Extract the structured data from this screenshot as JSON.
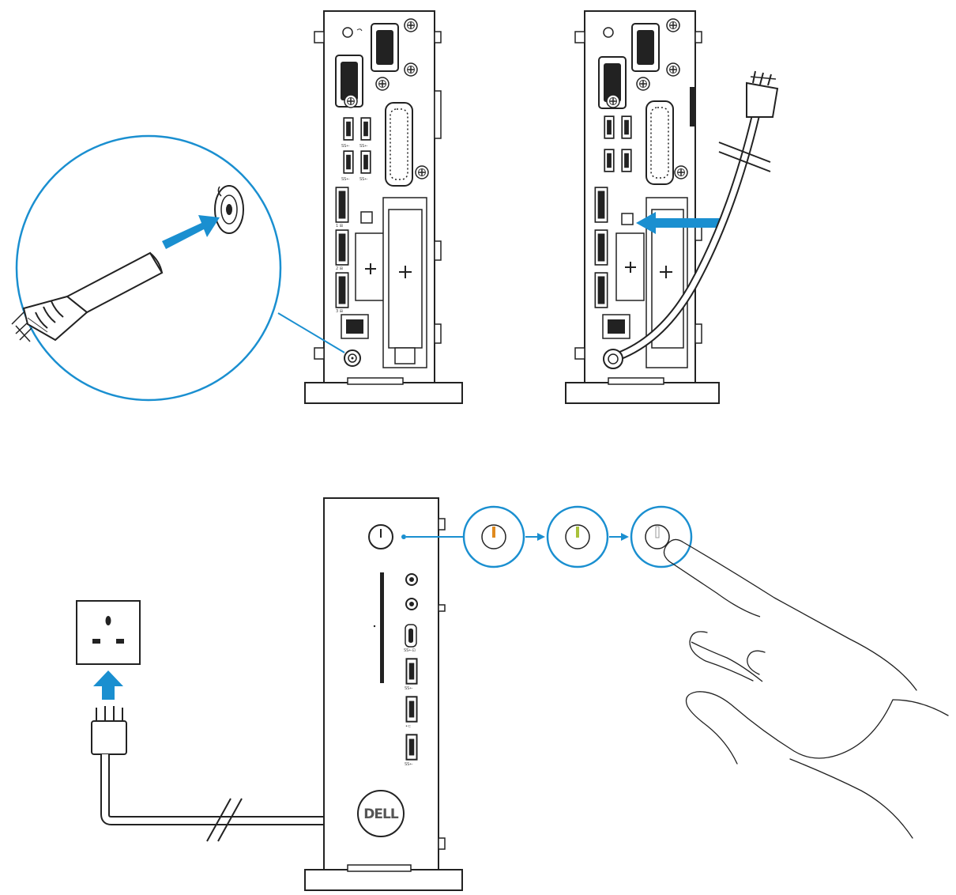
{
  "brand": {
    "logo_text": "DELL",
    "accent_color": "#1a8fd0",
    "line_color": "#222222"
  },
  "rear_panel_labels": {
    "usb_a": "SS←",
    "usb_b": "SS←",
    "usb_c": "SS←",
    "usb_d": "SS←",
    "dp1": "1 ⊞",
    "dp2": "2 ⊞",
    "dp3": "3 ⊞"
  },
  "front_panel_labels": {
    "port_usbc": "SS←⊡",
    "port_usb1": "SS←",
    "port_usb2": "•⊂",
    "port_usb3": "SS←"
  },
  "steps": [
    {
      "icon": "power-adapter-connect"
    },
    {
      "icon": "cable-route-through-clip"
    },
    {
      "icon": "plug-into-outlet-and-press-power"
    }
  ],
  "power_states": [
    "amber",
    "green",
    "white"
  ]
}
